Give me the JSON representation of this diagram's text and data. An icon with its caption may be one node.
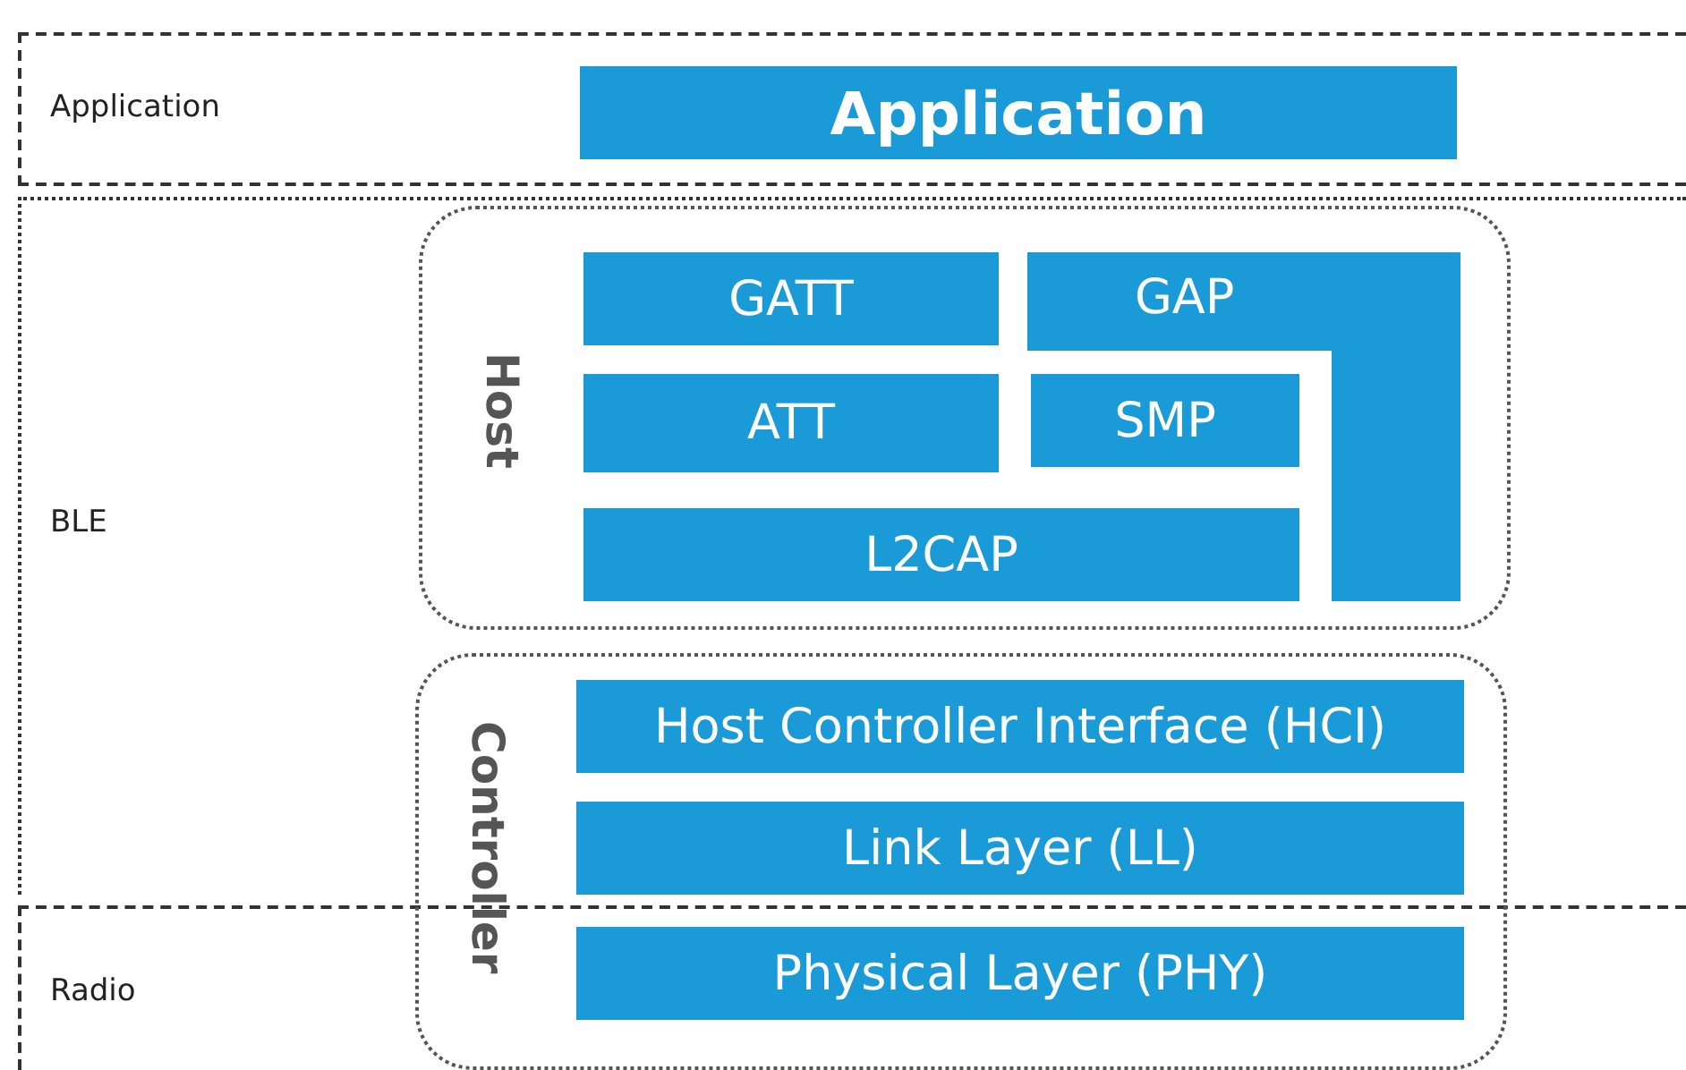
{
  "diagram": {
    "nodes": [
      {
        "text": [
          "Application"
        ]
      },
      {
        "text": [
          "Application"
        ],
        "in": 0
      },
      {
        "text": [
          "BLE"
        ]
      },
      {
        "text": [
          "Host"
        ],
        "in": 2
      },
      {
        "text": [
          "GATT"
        ],
        "in": 3
      },
      {
        "text": [
          "GAP"
        ],
        "in": 3
      },
      {
        "text": [
          "ATT"
        ],
        "in": 3
      },
      {
        "text": [
          "SMP"
        ],
        "in": 3
      },
      {
        "text": [
          "L2CAP"
        ],
        "in": 3
      },
      {
        "text": [
          "Controller"
        ]
      },
      {
        "text": [
          "Host Controller Interface (HCI)"
        ]
      },
      {
        "text": [
          "Link Layer (LL)"
        ]
      },
      {
        "text": [
          "Radio"
        ]
      },
      {
        "text": [
          "Physical Layer (PHY)"
        ]
      }
    ]
  }
}
